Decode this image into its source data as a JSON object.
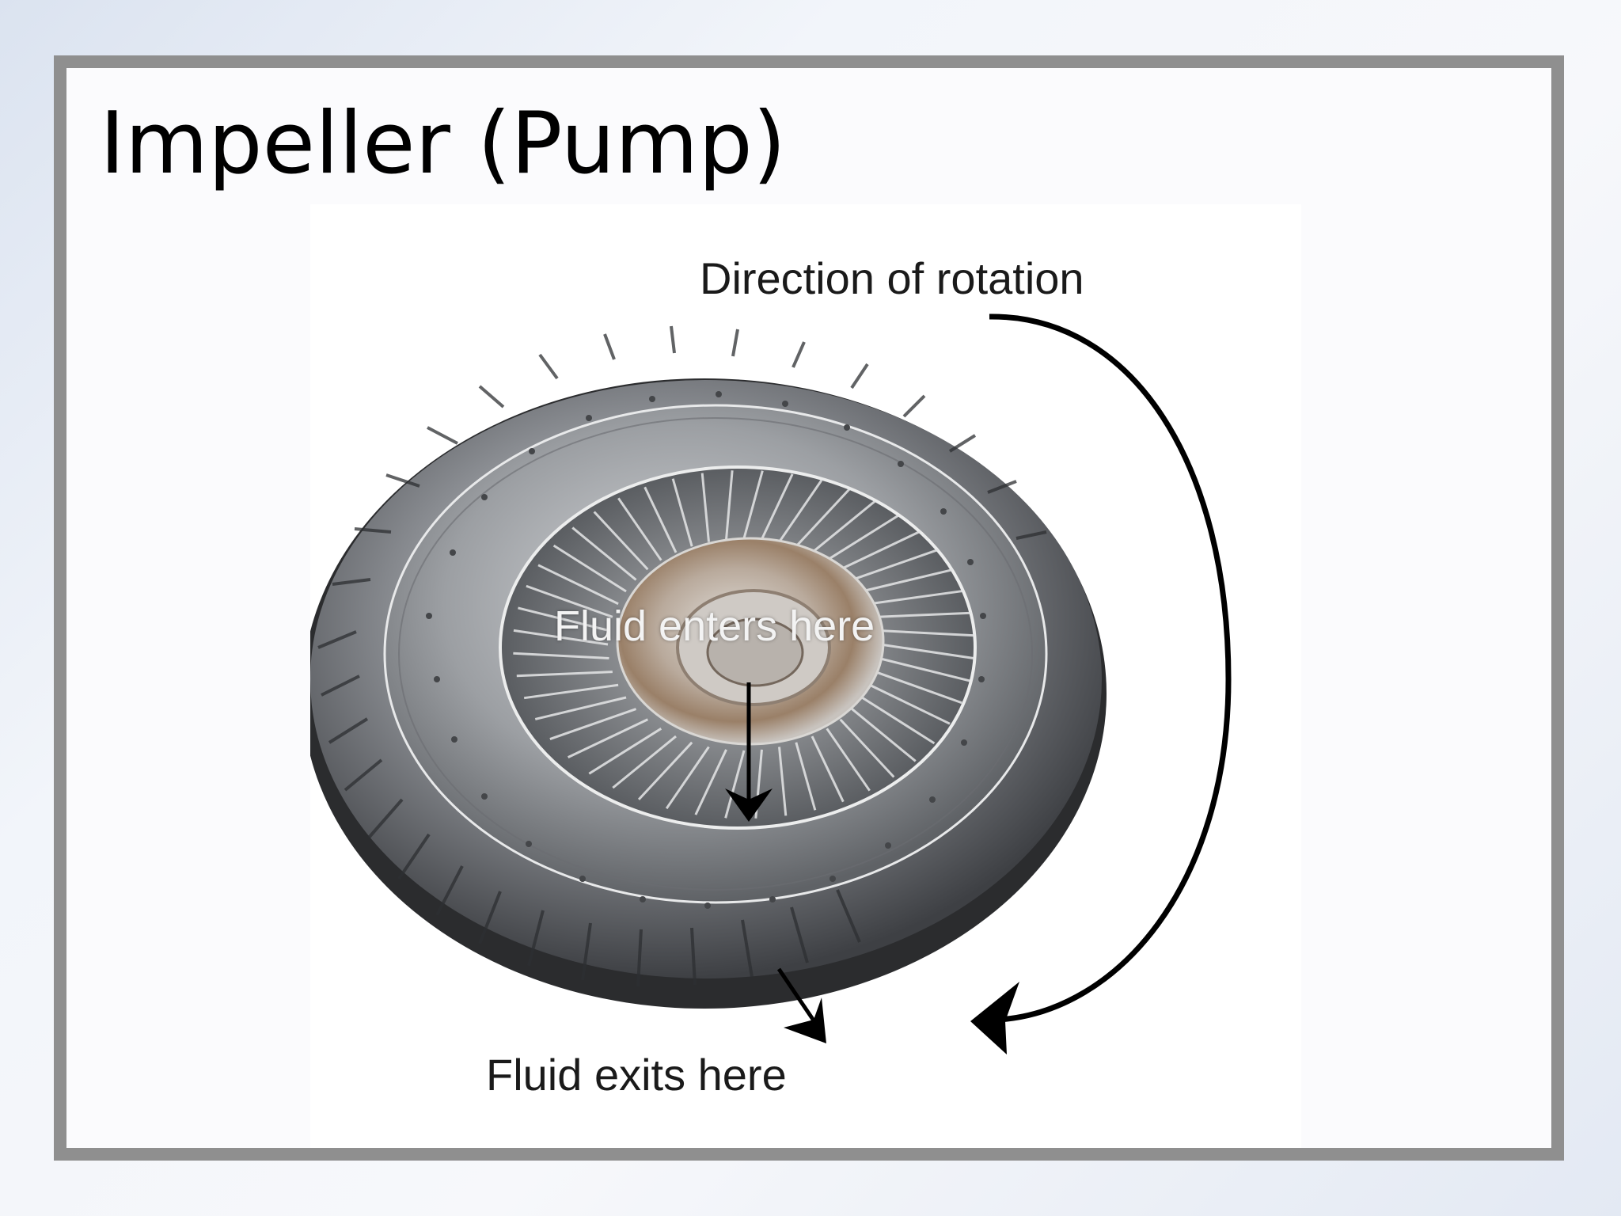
{
  "slide": {
    "title": "Impeller (Pump)"
  },
  "diagram": {
    "labels": {
      "rotation": "Direction of rotation",
      "fluid_enters": "Fluid enters here",
      "fluid_exits": "Fluid exits here"
    }
  },
  "colors": {
    "frame": "#8f8f8f",
    "metal": "#9a9ca0",
    "arrow": "#000000"
  },
  "icons": [
    "impeller-illustration",
    "rotation-arrow",
    "inflow-arrow",
    "outflow-arrow"
  ]
}
